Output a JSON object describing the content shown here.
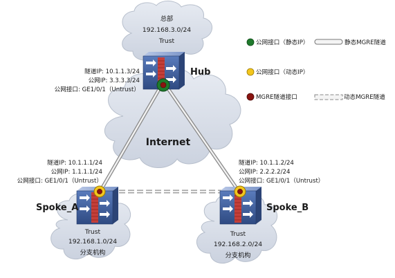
{
  "colors": {
    "cloud_fill": "#d5dbe6",
    "cloud_stroke": "#b7bfcc",
    "device_front": "#3f5f9c",
    "device_side": "#2c4476",
    "device_top": "#8fa7d3",
    "firewall_red": "#c43f3a",
    "green_port": "#1f7a2c",
    "yellow_port": "#f3c61d",
    "darkred_port": "#8a1410",
    "static_tunnel": "#888888",
    "dynamic_tunnel": "#999999"
  },
  "hq": {
    "name": "总部",
    "network": "192.168.3.0/24",
    "zone": "Trust"
  },
  "hub": {
    "label": "Hub",
    "tunnel_ip": "隧道IP: 10.1.1.3/24",
    "public_ip": "公网IP: 3.3.3.3/24",
    "public_if": "公网接口: GE1/0/1（Untrust）"
  },
  "internet": {
    "label": "Internet"
  },
  "spoke_a": {
    "label": "Spoke_A",
    "tunnel_ip": "隧道IP: 10.1.1.1/24",
    "public_ip": "公网IP: 1.1.1.1/24",
    "public_if": "公网接口: GE1/0/1（Untrust）",
    "zone": "Trust",
    "network": "192.168.1.0/24",
    "site": "分支机构"
  },
  "spoke_b": {
    "label": "Spoke_B",
    "tunnel_ip": "隧道IP: 10.1.1.2/24",
    "public_ip": "公网IP: 2.2.2.2/24",
    "public_if": "公网接口: GE1/0/1（Untrust）",
    "zone": "Trust",
    "network": "192.168.2.0/24",
    "site": "分支机构"
  },
  "legend": {
    "static_port": "公网接口（静态IP）",
    "dynamic_port": "公网接口（动态IP）",
    "mgre_if": "MGRE隧道接口",
    "static_tunnel": "静态MGRE隧道",
    "dynamic_tunnel": "动态MGRE隧道"
  }
}
